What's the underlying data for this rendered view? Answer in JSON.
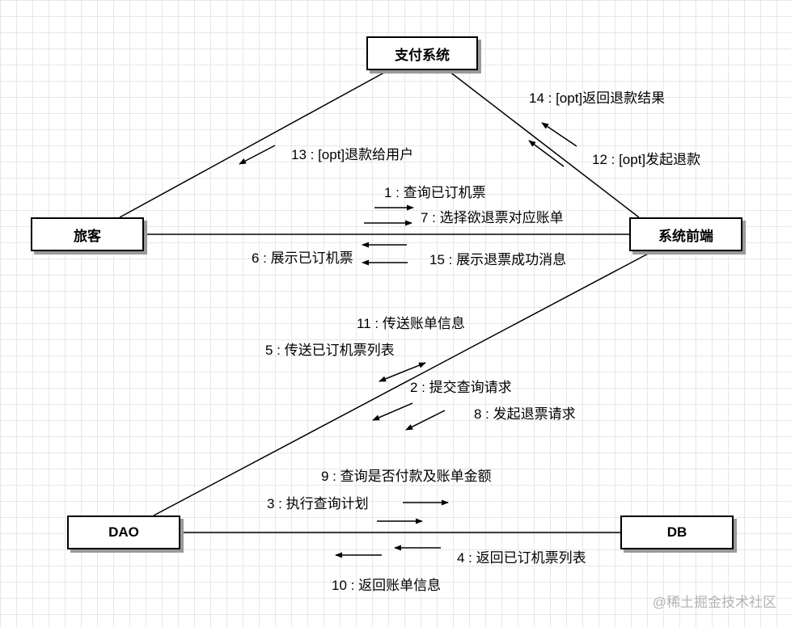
{
  "nodes": {
    "payment": "支付系统",
    "traveler": "旅客",
    "frontend": "系统前端",
    "dao": "DAO",
    "db": "DB"
  },
  "messages": {
    "m1": "1 : 查询已订机票",
    "m2": "2 : 提交查询请求",
    "m3": "3 : 执行查询计划",
    "m4": "4 : 返回已订机票列表",
    "m5": "5 : 传送已订机票列表",
    "m6": "6 : 展示已订机票",
    "m7": "7 : 选择欲退票对应账单",
    "m8": "8 : 发起退票请求",
    "m9": "9 : 查询是否付款及账单金额",
    "m10": "10 : 返回账单信息",
    "m11": "11 : 传送账单信息",
    "m12": "12 : [opt]发起退款",
    "m13": "13 : [opt]退款给用户",
    "m14": "14 : [opt]返回退款结果",
    "m15": "15 : 展示退票成功消息"
  },
  "watermark": "@稀土掘金技术社区"
}
